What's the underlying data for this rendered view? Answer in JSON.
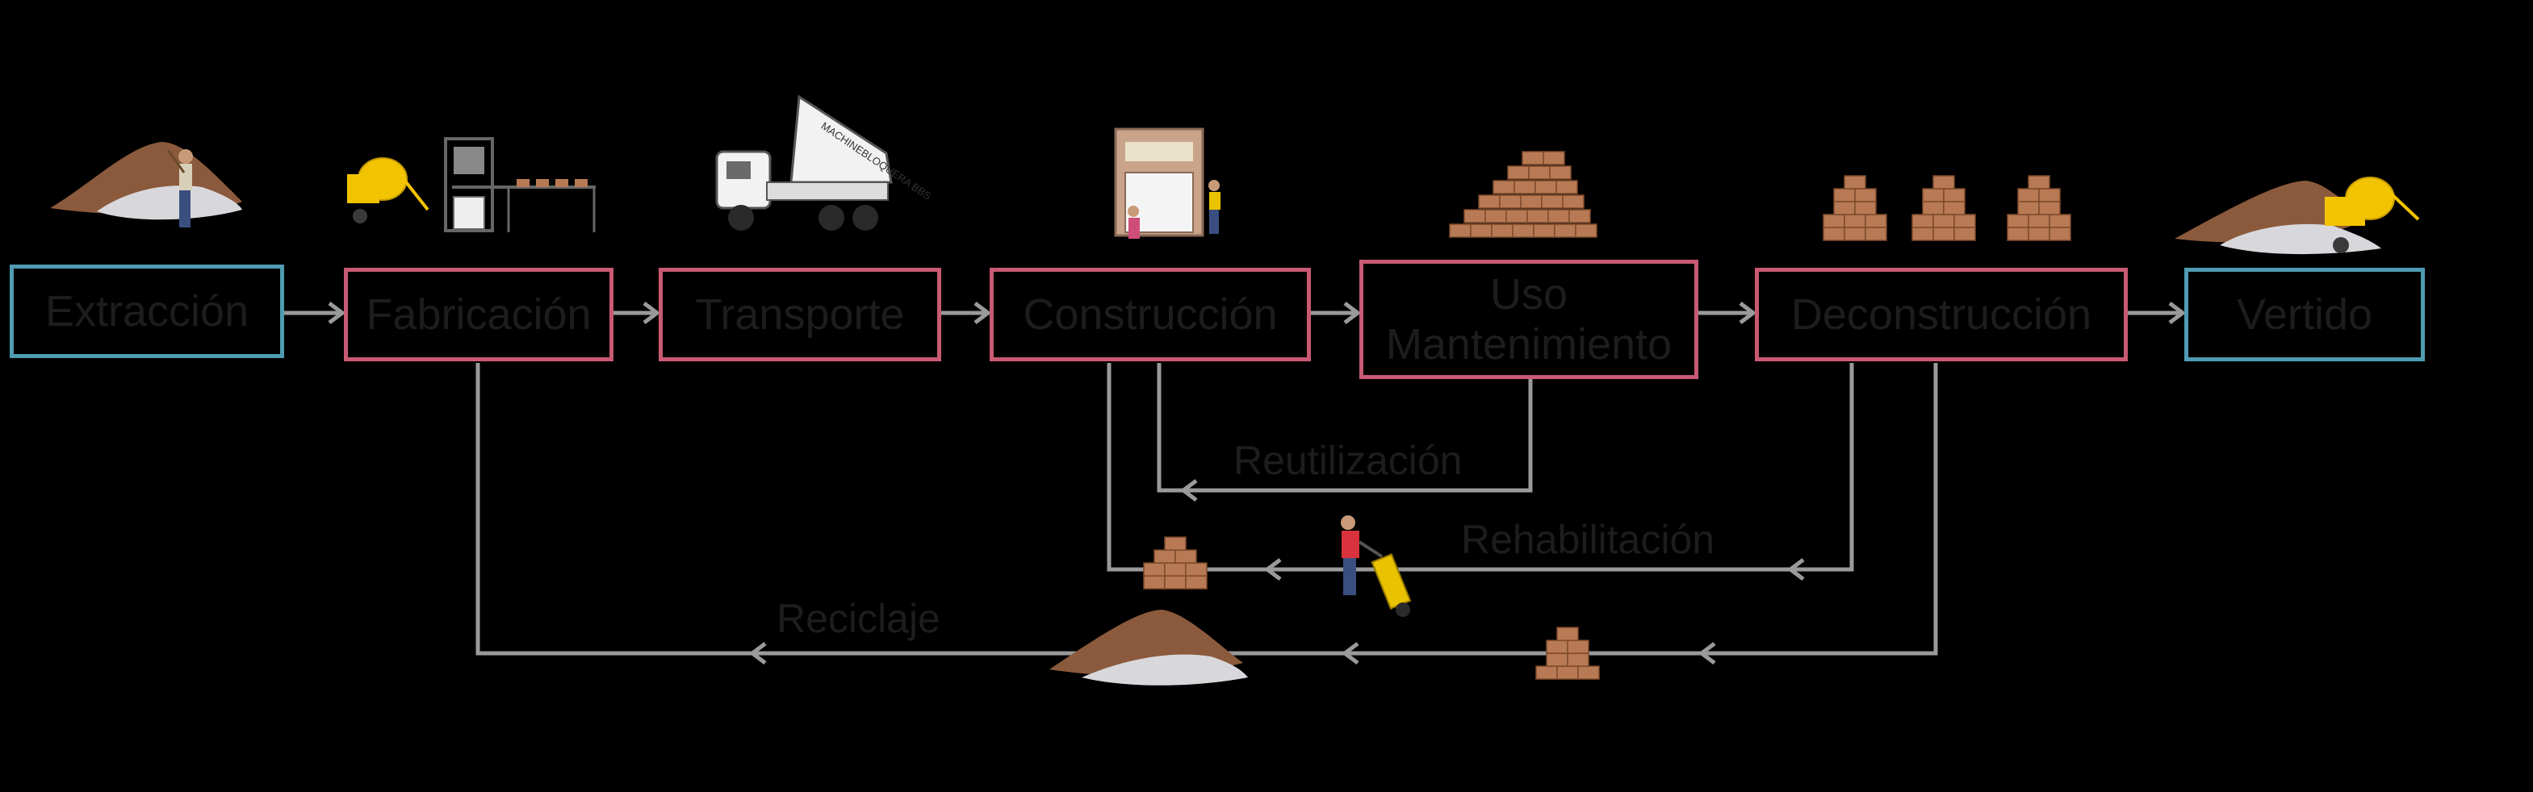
{
  "stages": [
    {
      "id": "extraccion",
      "label": "Extracción",
      "color": "#4f9bb1"
    },
    {
      "id": "fabricacion",
      "label": "Fabricación",
      "color": "#c85a74"
    },
    {
      "id": "transporte",
      "label": "Transporte",
      "color": "#c85a74"
    },
    {
      "id": "construccion",
      "label": "Construcción",
      "color": "#c85a74"
    },
    {
      "id": "uso",
      "label_line1": "Uso",
      "label_line2": "Mantenimiento",
      "color": "#c85a74"
    },
    {
      "id": "deconstruccion",
      "label": "Deconstrucción",
      "color": "#c85a74"
    },
    {
      "id": "vertido",
      "label": "Vertido",
      "color": "#4f9bb1"
    }
  ],
  "loops": {
    "reutilizacion": "Reutilización",
    "rehabilitacion": "Rehabilitación",
    "reciclaje": "Reciclaje"
  },
  "truck_text": "MACHINEBLOQUERA BBS",
  "colors": {
    "background": "#000000",
    "arrow": "#9a9a9a",
    "brick": "#b87a54",
    "soil": "#8b5a3c",
    "mixer": "#f2c300"
  },
  "icons": [
    "soil-pile-worker-icon",
    "brick-factory-icon",
    "dump-truck-icon",
    "building-icon",
    "brick-pyramid-icon",
    "brick-stacks-icon",
    "mixer-pile-icon",
    "hand-truck-worker-icon",
    "brick-stack-icon",
    "rubble-pile-icon"
  ]
}
